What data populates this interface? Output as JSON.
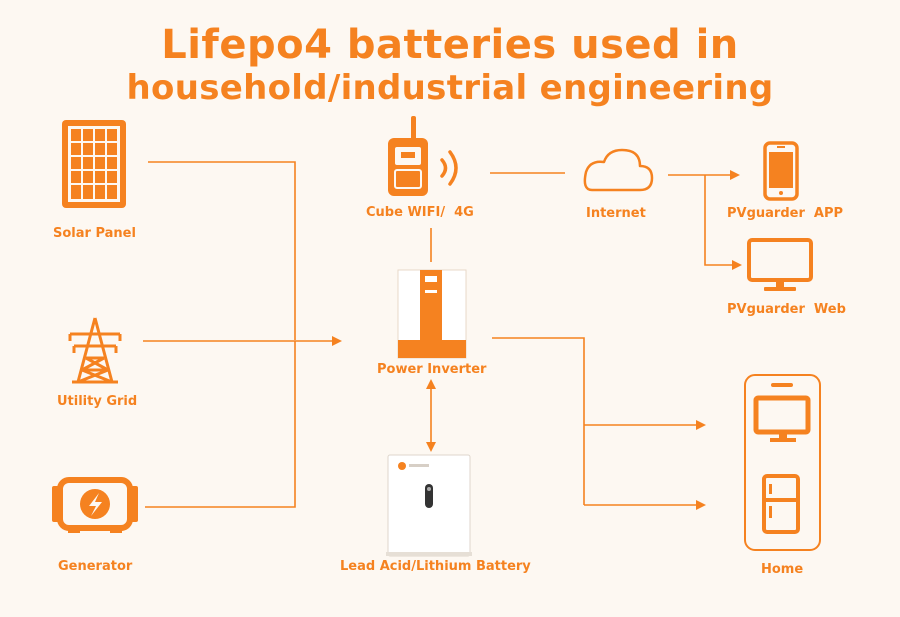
{
  "title": {
    "line1": "Lifepo4 batteries used in",
    "line2": "household/industrial engineering"
  },
  "nodes": {
    "solar_panel": "Solar Panel",
    "utility_grid": "Utility Grid",
    "generator": "Generator",
    "cube": "Cube WIFI/  4G",
    "internet": "Internet",
    "app": "PVguarder  APP",
    "web": "PVguarder  Web",
    "inverter": "Power Inverter",
    "battery": "Lead Acid/Lithium Battery",
    "home": "Home"
  },
  "colors": {
    "accent": "#f58220",
    "background": "#fdf8f2"
  }
}
